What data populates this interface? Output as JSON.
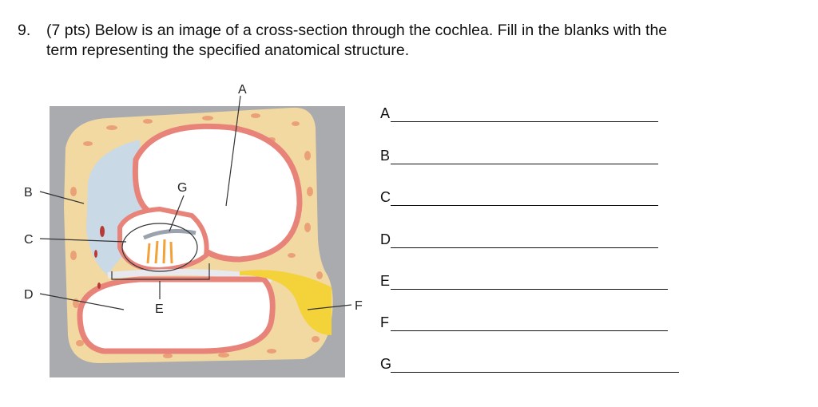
{
  "question": {
    "number": "9.",
    "line1": "(7 pts) Below is an image of a cross-section through the cochlea.  Fill in the blanks with the",
    "line2": "term representing the specified anatomical structure."
  },
  "figure": {
    "callouts": [
      "A",
      "B",
      "C",
      "D",
      "E",
      "F",
      "G"
    ]
  },
  "answer_blanks": [
    {
      "label": "A",
      "value": ""
    },
    {
      "label": "B",
      "value": ""
    },
    {
      "label": "C",
      "value": ""
    },
    {
      "label": "D",
      "value": ""
    },
    {
      "label": "E",
      "value": ""
    },
    {
      "label": "F",
      "value": ""
    },
    {
      "label": "G",
      "value": ""
    }
  ],
  "colors": {
    "background_panel": "#a9abae",
    "bone": "#f2d9a2",
    "bone_spot": "#e9946e",
    "membrane": "#e8837a",
    "perilymph": "#c9d9e6",
    "nerve": "#f3d23a"
  }
}
